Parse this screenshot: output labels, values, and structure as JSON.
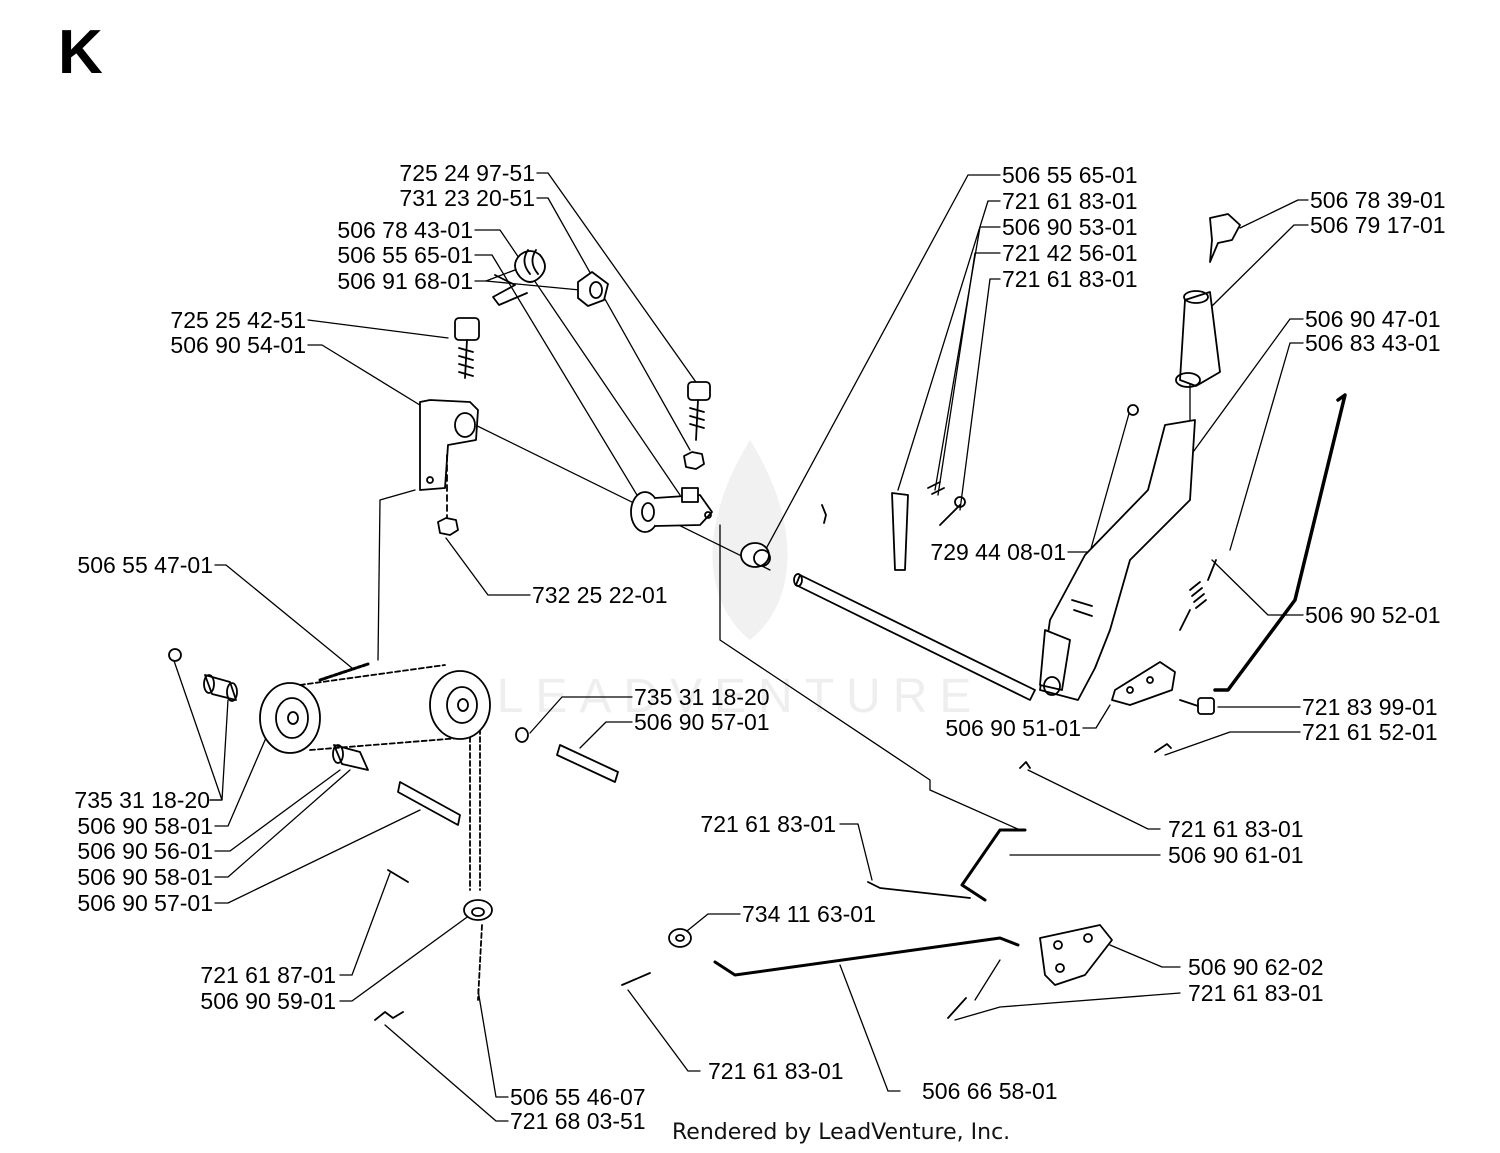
{
  "section_letter": "K",
  "footer": "Rendered by LeadVenture, Inc.",
  "watermark": "LEADVENTURE",
  "callouts": [
    {
      "id": "c01",
      "part": "725 24 97-51"
    },
    {
      "id": "c02",
      "part": "731 23 20-51"
    },
    {
      "id": "c03",
      "part": "506 78 43-01"
    },
    {
      "id": "c04",
      "part": "506 55 65-01"
    },
    {
      "id": "c05",
      "part": "506 91 68-01"
    },
    {
      "id": "c06",
      "part": "725 25 42-51"
    },
    {
      "id": "c07",
      "part": "506 90 54-01"
    },
    {
      "id": "c08",
      "part": "506 55 47-01"
    },
    {
      "id": "c09",
      "part": "732 25 22-01"
    },
    {
      "id": "c10",
      "part": "506 55 65-01"
    },
    {
      "id": "c11",
      "part": "721 61 83-01"
    },
    {
      "id": "c12",
      "part": "506 90 53-01"
    },
    {
      "id": "c13",
      "part": "721 42 56-01"
    },
    {
      "id": "c14",
      "part": "721 61 83-01"
    },
    {
      "id": "c15",
      "part": "506 78 39-01"
    },
    {
      "id": "c16",
      "part": "506 79 17-01"
    },
    {
      "id": "c17",
      "part": "506 90 47-01"
    },
    {
      "id": "c18",
      "part": "506 83 43-01"
    },
    {
      "id": "c19",
      "part": "729 44 08-01"
    },
    {
      "id": "c20",
      "part": "506 90 52-01"
    },
    {
      "id": "c21",
      "part": "721 83 99-01"
    },
    {
      "id": "c22",
      "part": "721 61 52-01"
    },
    {
      "id": "c23",
      "part": "506 90 51-01"
    },
    {
      "id": "c24",
      "part": "735 31 18-20"
    },
    {
      "id": "c25",
      "part": "506 90 57-01"
    },
    {
      "id": "c26",
      "part": "735 31 18-20"
    },
    {
      "id": "c27",
      "part": "506 90 58-01"
    },
    {
      "id": "c28",
      "part": "506 90 56-01"
    },
    {
      "id": "c29",
      "part": "506 90 58-01"
    },
    {
      "id": "c30",
      "part": "506 90 57-01"
    },
    {
      "id": "c31",
      "part": "721 61 83-01"
    },
    {
      "id": "c32",
      "part": "506 90 61-01"
    },
    {
      "id": "c33",
      "part": "721 61 83-01"
    },
    {
      "id": "c34",
      "part": "734 11 63-01"
    },
    {
      "id": "c35",
      "part": "506 90 62-02"
    },
    {
      "id": "c36",
      "part": "721 61 83-01"
    },
    {
      "id": "c37",
      "part": "721 61 87-01"
    },
    {
      "id": "c38",
      "part": "506 90 59-01"
    },
    {
      "id": "c39",
      "part": "721 61 83-01"
    },
    {
      "id": "c40",
      "part": "506 66 58-01"
    },
    {
      "id": "c41",
      "part": "506 55 46-07"
    },
    {
      "id": "c42",
      "part": "721 68 03-51"
    }
  ]
}
